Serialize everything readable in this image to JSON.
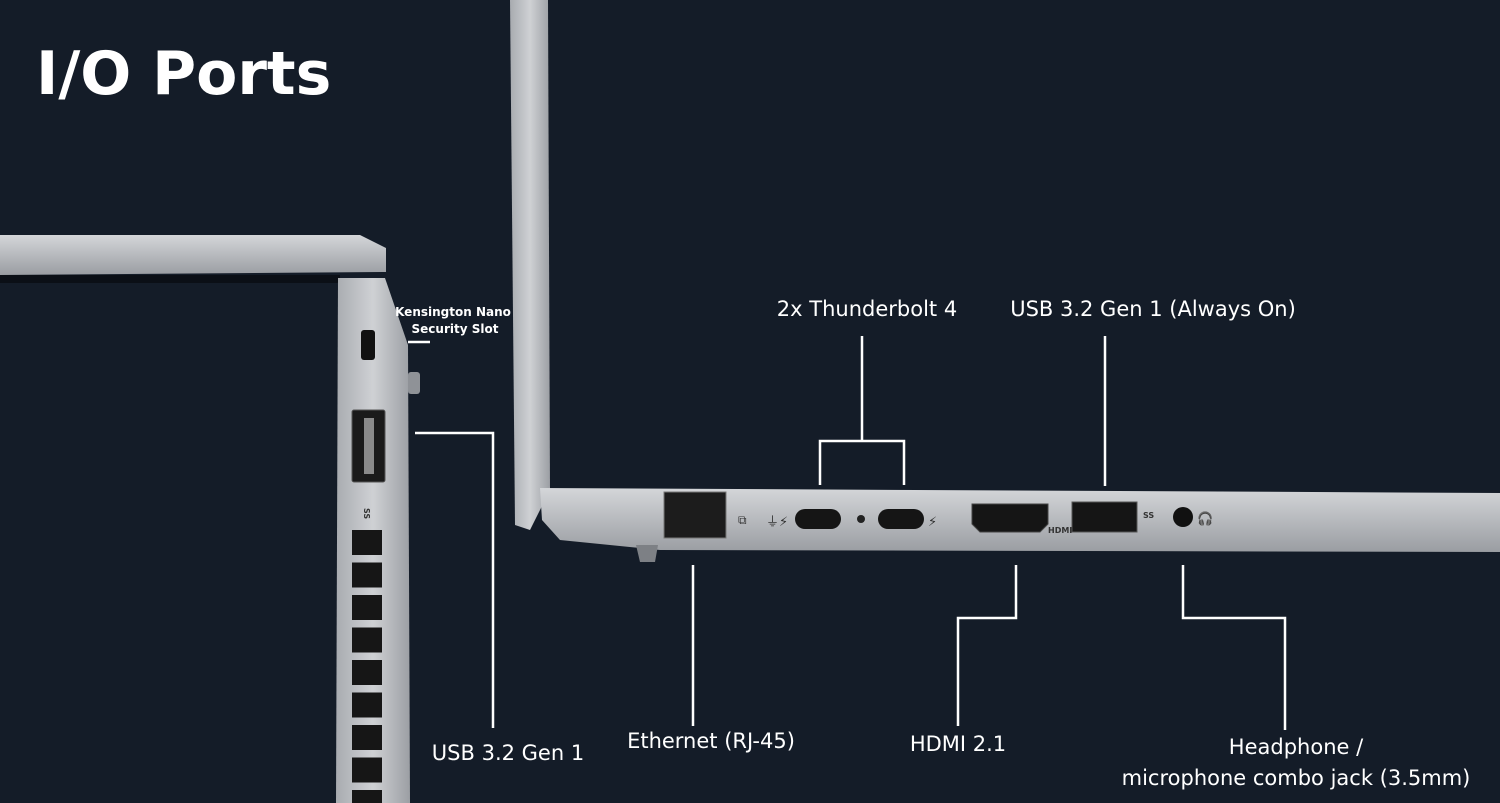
{
  "title": "I/O Ports",
  "labels": {
    "kensington_line1": "Kensington Nano",
    "kensington_line2": "Security Slot",
    "usb_left": "USB 3.2 Gen 1",
    "thunderbolt": "2x Thunderbolt 4",
    "usb_always_on": "USB 3.2 Gen 1 (Always On)",
    "ethernet": "Ethernet (RJ-45)",
    "hdmi": "HDMI 2.1",
    "headphone_line1": "Headphone /",
    "headphone_line2": "microphone combo jack (3.5mm)"
  },
  "port_markings": {
    "hdmi": "HDMI",
    "usb_ss": "SS"
  },
  "colors": {
    "background": "#141c28",
    "chassis": "#b9bbbf",
    "port": "#1a1a1a"
  }
}
